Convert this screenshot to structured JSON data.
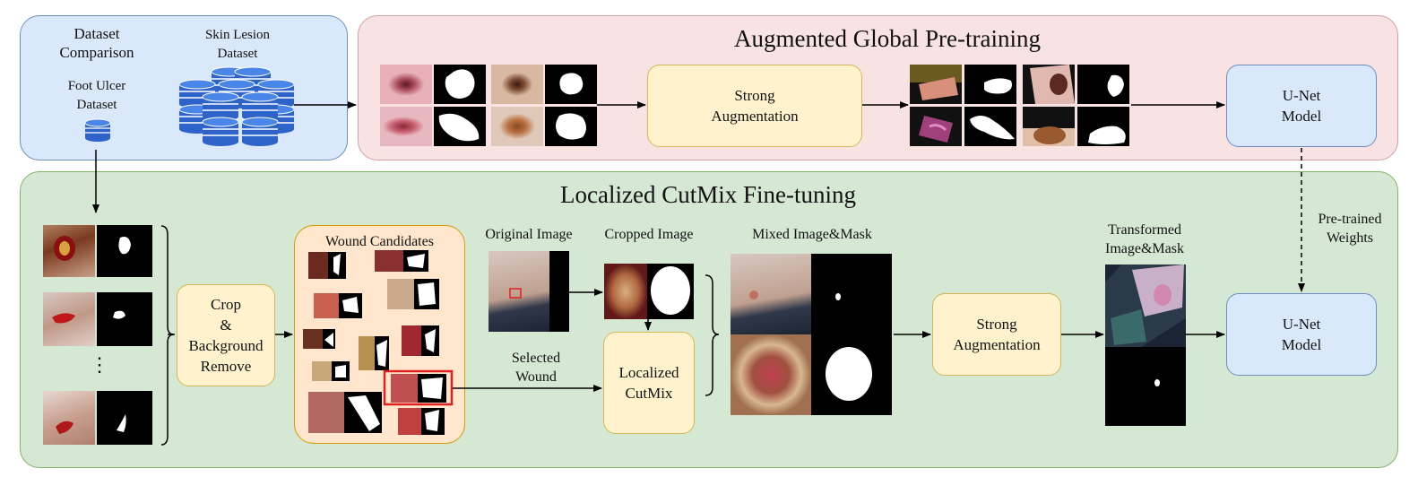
{
  "top_left": {
    "dataset_comparison": "Dataset\nComparison",
    "skin_lesion_dataset": "Skin Lesion\nDataset",
    "foot_ulcer_dataset": "Foot Ulcer\nDataset"
  },
  "global_pretraining": {
    "title": "Augmented Global Pre-training",
    "strong_augmentation": "Strong\nAugmentation",
    "unet_model": "U-Net\nModel"
  },
  "finetuning": {
    "title": "Localized CutMix Fine-tuning",
    "crop_box": "Crop\n&\nBackground\nRemove",
    "wound_candidates": "Wound Candidates",
    "original_image": "Original Image",
    "cropped_image": "Cropped Image",
    "selected_wound": "Selected\nWound",
    "localized_cutmix": "Localized\nCutMix",
    "mixed_image_mask": "Mixed Image&Mask",
    "strong_augmentation": "Strong\nAugmentation",
    "transformed_image_mask": "Transformed\nImage&Mask",
    "unet_model": "U-Net\nModel",
    "pretrained_weights": "Pre-trained\nWeights",
    "ellipsis": "⋮"
  },
  "colors": {
    "panel_blue": "#dae8fc",
    "panel_pink": "#f8e2e2",
    "panel_green": "#d5e8d4",
    "box_yellow": "#fff2cc",
    "box_orange": "#ffe6cc",
    "highlight_red": "#e02020",
    "cylinder_blue": "#2e63c9"
  }
}
